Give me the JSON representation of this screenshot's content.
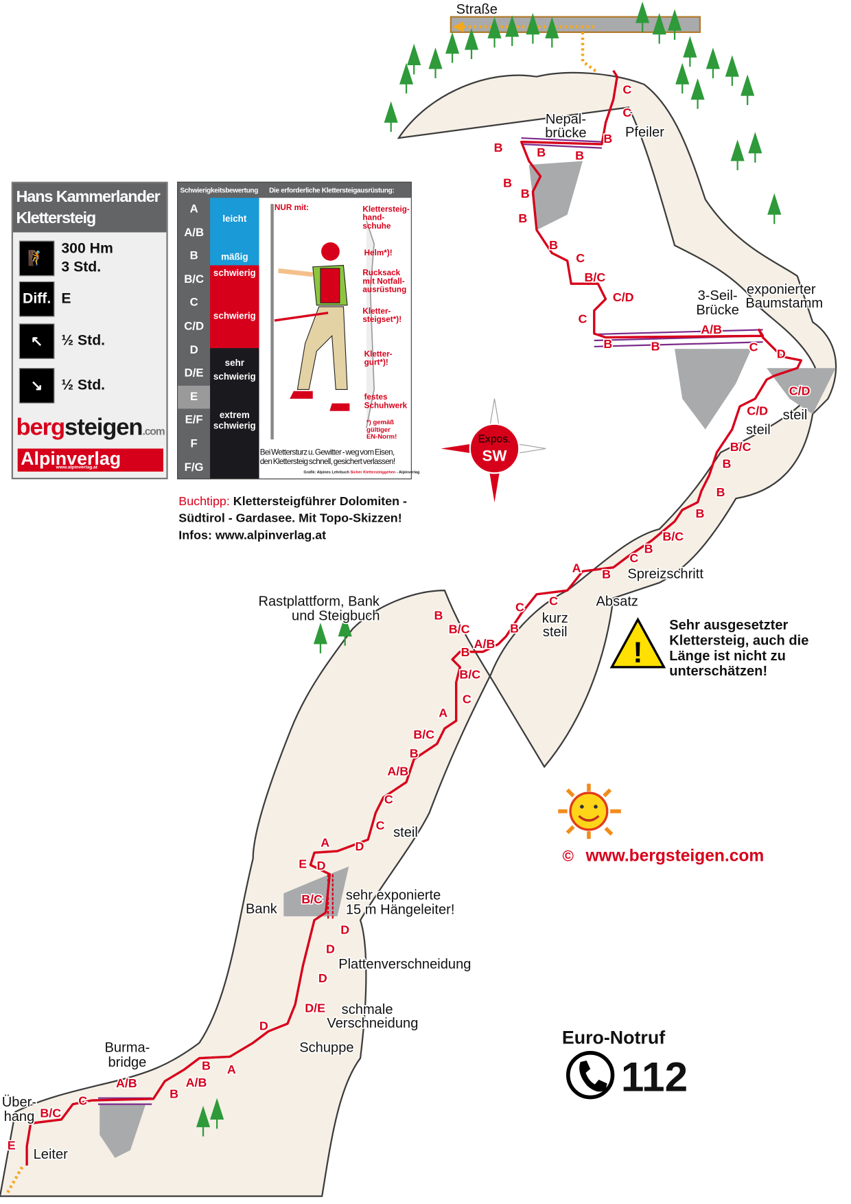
{
  "title": "Hans Kammerlander Klettersteig",
  "info": {
    "title_line1": "Hans Kammerlander",
    "title_line2": "Klettersteig",
    "height": "300 Hm",
    "duration": "3 Std.",
    "diff_label": "Diff.",
    "difficulty": "E",
    "approach": "½ Std.",
    "descent": "½ Std.",
    "brand_red": "berg",
    "brand_black": "steigen",
    "brand_com": ".com",
    "publisher": "Alpinverlag",
    "publisher_url": "www.alpinverlag.at"
  },
  "legend": {
    "header_left": "Schwierigkeitsbewertung",
    "header_right": "Die erforderliche Klettersteigausrüstung:",
    "grades": [
      "A",
      "A/B",
      "B",
      "B/C",
      "C",
      "C/D",
      "D",
      "D/E",
      "E",
      "E/F",
      "F",
      "F/G"
    ],
    "selected_grade": "E",
    "bands": [
      "leicht",
      "mäßig",
      "schwierig",
      "schwierig",
      "sehr",
      "schwierig",
      "extrem",
      "schwierig"
    ],
    "only_with": "NUR mit:",
    "equipment": [
      "Klettersteig-",
      "hand-",
      "schuhe",
      "Helm*)!",
      "Rucksack",
      "mit Notfall-",
      "ausrüstung",
      "Kletter-",
      "steigset*)!",
      "Kletter-",
      "gurt*)!",
      "festes",
      "Schuhwerk",
      "*) gemäß",
      "gültiger",
      "EN-Norm!"
    ],
    "warning_line1": "Bei Wettersturz u. Gewitter - weg vom Eisen,",
    "warning_line2": "den Klettersteig schnell, gesichert verlassen!",
    "credit_a": "Grafik: Alpines Lehrbuch ",
    "credit_b": "Sicher Klettersteiggehen",
    "credit_c": " - Alpinverlag"
  },
  "buchtipp": {
    "label": "Buchtipp:",
    "line1": " Klettersteigführer Dolomiten -",
    "line2": "Südtirol - Gardasee. Mit Topo-Skizzen!",
    "line3": "Infos: www.alpinverlag.at"
  },
  "topo": {
    "grades": [
      "C",
      "C",
      "B",
      "B",
      "B",
      "B",
      "B",
      "B",
      "B",
      "B",
      "C",
      "B/C",
      "C/D",
      "C",
      "B",
      "B",
      "A/B",
      "C",
      "D",
      "C/D",
      "C/D",
      "B/C",
      "B",
      "B",
      "B",
      "B/C",
      "B",
      "C",
      "A",
      "B",
      "C",
      "C",
      "B",
      "A/B",
      "B",
      "B/C",
      "B",
      "B/C",
      "C",
      "A",
      "B/C",
      "B",
      "A/B",
      "C",
      "C",
      "D",
      "A",
      "E",
      "D",
      "B/C",
      "D",
      "D",
      "D",
      "D/E",
      "D",
      "A",
      "B",
      "A/B",
      "B",
      "A/B",
      "C",
      "B/C",
      "E"
    ],
    "labels": [
      "Straße",
      "Nepal-",
      "brücke",
      "Pfeiler",
      "3-Seil-",
      "Brücke",
      "exponierter",
      "Baumstamm",
      "steil",
      "steil",
      "Spreizschritt",
      "Absatz",
      "kurz",
      "steil",
      "Rastplattform, Bank",
      "und Steigbuch",
      "steil",
      "Bank",
      "sehr exponierte",
      "15 m Hängeleiter!",
      "Plattenverschneidung",
      "schmale",
      "Verschneidung",
      "Schuppe",
      "Burma-",
      "bridge",
      "Über-",
      "hang",
      "Leiter"
    ]
  },
  "compass": {
    "line1": "Expos.",
    "line2": "SW"
  },
  "warning": {
    "line1": "Sehr ausgesetzter",
    "line2": "Klettersteig, auch die",
    "line3": "Länge ist nicht zu",
    "line4": "unterschätzen!"
  },
  "copyright": {
    "symbol": "©",
    "url": "www.bergsteigen.com"
  },
  "emergency": {
    "title": "Euro-Notruf",
    "number": "112"
  },
  "colors": {
    "route": "#d7001b",
    "rock": "#e8d7bf",
    "shade": "#a9aaac",
    "tree": "#2e9a3a",
    "accent": "#d7001b"
  }
}
